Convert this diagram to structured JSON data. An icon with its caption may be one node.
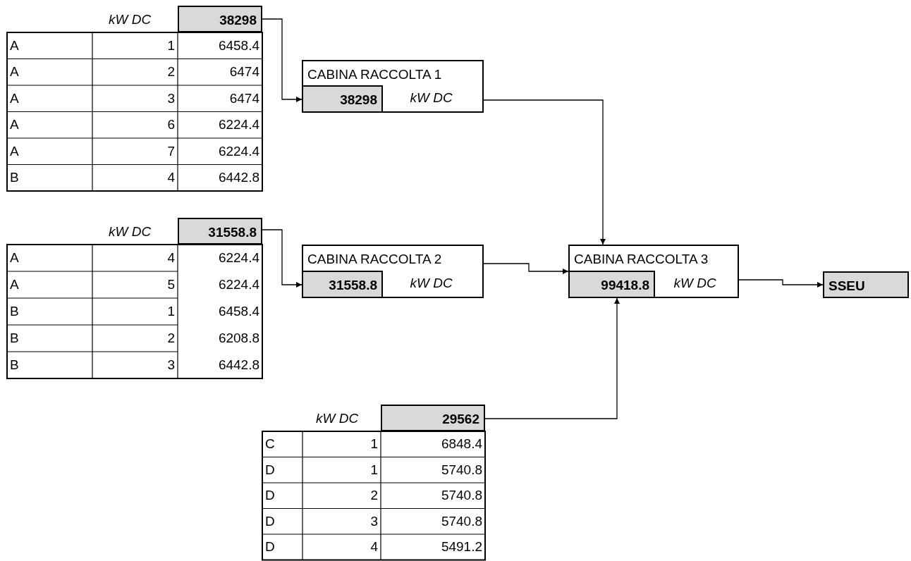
{
  "diagram": {
    "nodes": [
      {
        "text": [
          "38298"
        ],
        "beside": [
          "kW DC"
        ]
      },
      {
        "text": [
          "CABINA RACCOLTA 1",
          "38298",
          "kW DC"
        ]
      },
      {
        "text": [
          "31558.8"
        ],
        "beside": [
          "kW DC"
        ]
      },
      {
        "text": [
          "CABINA RACCOLTA 2",
          "31558.8",
          "kW DC"
        ]
      },
      {
        "text": [
          "CABINA RACCOLTA 3",
          "99418.8",
          "kW DC"
        ]
      },
      {
        "text": [
          "SSEU"
        ]
      },
      {
        "text": [
          "29562"
        ],
        "beside": [
          "kW DC"
        ]
      }
    ],
    "edges": [
      {
        "from": 0,
        "to": 1,
        "arrow": "to"
      },
      {
        "from": 2,
        "to": 3,
        "arrow": "to"
      },
      {
        "from": 1,
        "to": 4,
        "arrow": "to"
      },
      {
        "from": 3,
        "to": 4,
        "arrow": "to"
      },
      {
        "from": 6,
        "to": 4,
        "arrow": "to"
      },
      {
        "from": 4,
        "to": 5,
        "arrow": "to"
      }
    ],
    "labels": [
      "A",
      "1",
      "6458.4",
      "A",
      "2",
      "6474",
      "A",
      "3",
      "6474",
      "A",
      "6",
      "6224.4",
      "A",
      "7",
      "6224.4",
      "B",
      "4",
      "6442.8",
      "A",
      "4",
      "6224.4",
      "A",
      "5",
      "6224.4",
      "B",
      "1",
      "6458.4",
      "B",
      "2",
      "6208.8",
      "B",
      "3",
      "6442.8",
      "C",
      "1",
      "6848.4",
      "D",
      "1",
      "5740.8",
      "D",
      "2",
      "5740.8",
      "D",
      "3",
      "5740.8",
      "D",
      "4",
      "5491.2"
    ]
  }
}
